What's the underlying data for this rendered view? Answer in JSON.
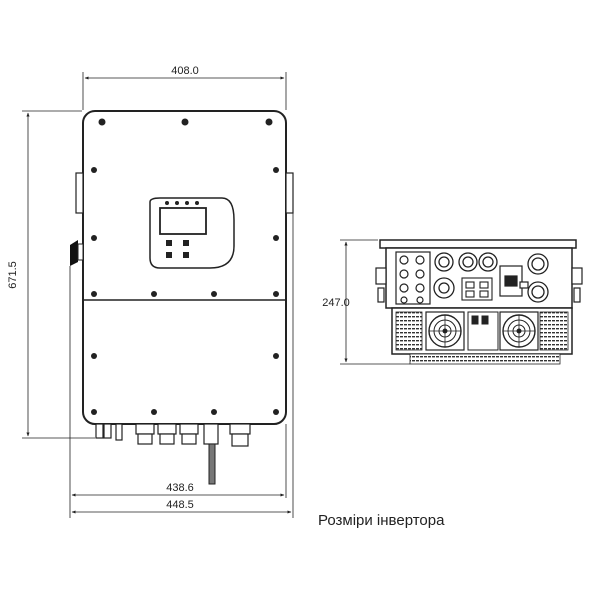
{
  "dimensions": {
    "top_width": "408.0",
    "height": "671.5",
    "bottom_width_1": "438.6",
    "bottom_width_2": "448.5",
    "depth": "247.0"
  },
  "caption": "Розміри інвертора"
}
